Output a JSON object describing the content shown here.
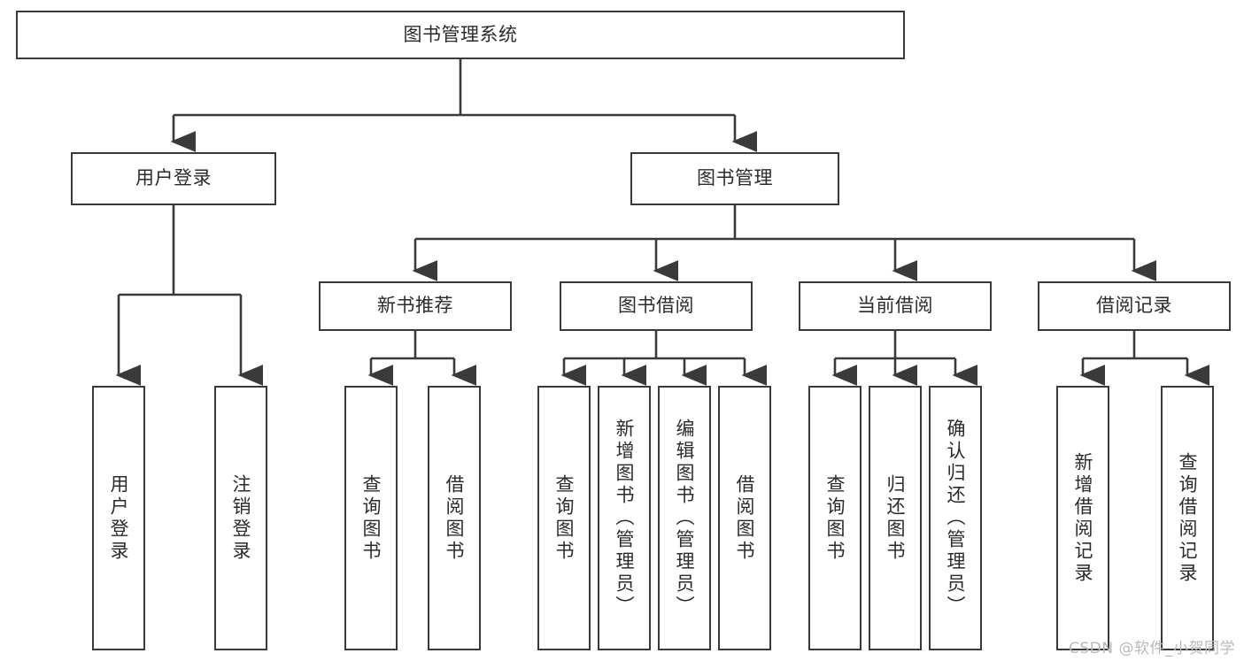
{
  "diagram": {
    "title": "图书管理系统",
    "watermark": "CSDN @软件_小贺同学",
    "stroke_color": "#3a3a3a",
    "text_color": "#2b2b2b",
    "background_color": "#ffffff",
    "nodes": {
      "root": {
        "label": "图书管理系统"
      },
      "level2": [
        {
          "id": "user-login",
          "label": "用户登录"
        },
        {
          "id": "book-management",
          "label": "图书管理"
        }
      ],
      "level3": [
        {
          "id": "new-book-recommend",
          "label": "新书推荐"
        },
        {
          "id": "book-borrow",
          "label": "图书借阅"
        },
        {
          "id": "current-borrow",
          "label": "当前借阅"
        },
        {
          "id": "borrow-record",
          "label": "借阅记录"
        }
      ],
      "leaves": {
        "user_login": [
          {
            "id": "leaf-user-login",
            "label": "用户登录"
          },
          {
            "id": "leaf-logout",
            "label": "注销登录"
          }
        ],
        "new_book_recommend": [
          {
            "id": "leaf-query-book-1",
            "label": "查询图书"
          },
          {
            "id": "leaf-borrow-book-1",
            "label": "借阅图书"
          }
        ],
        "book_borrow": [
          {
            "id": "leaf-query-book-2",
            "label": "查询图书"
          },
          {
            "id": "leaf-add-book",
            "label": "新增图书（管理员）"
          },
          {
            "id": "leaf-edit-book",
            "label": "编辑图书（管理员）"
          },
          {
            "id": "leaf-borrow-book-2",
            "label": "借阅图书"
          }
        ],
        "current_borrow": [
          {
            "id": "leaf-query-book-3",
            "label": "查询图书"
          },
          {
            "id": "leaf-return-book",
            "label": "归还图书"
          },
          {
            "id": "leaf-confirm-return",
            "label": "确认归还（管理员）"
          }
        ],
        "borrow_record": [
          {
            "id": "leaf-add-record",
            "label": "新增借阅记录"
          },
          {
            "id": "leaf-query-record",
            "label": "查询借阅记录"
          }
        ]
      }
    }
  }
}
